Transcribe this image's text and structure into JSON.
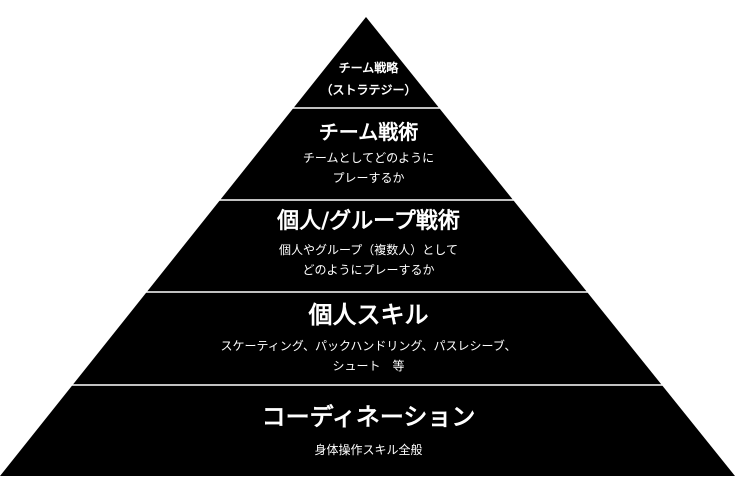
{
  "tiers": [
    {
      "title": "チーム戦略\n（ストラテジー）",
      "description": ""
    },
    {
      "title": "チーム戦術",
      "description": "チームとしてどのように\nプレーするか"
    },
    {
      "title": "個人/グループ戦術",
      "description": "個人やグループ（複数人）として\nどのようにプレーするか"
    },
    {
      "title": "個人スキル",
      "description": "スケーティング、パックハンドリング、パスレシーブ、\nシュート　等"
    },
    {
      "title": "コーディネーション",
      "description": "身体操作スキル全般"
    }
  ],
  "colors": {
    "tier_fill": "#000000",
    "divider": "#ffffff",
    "text": "#ffffff",
    "background": "#ffffff"
  }
}
